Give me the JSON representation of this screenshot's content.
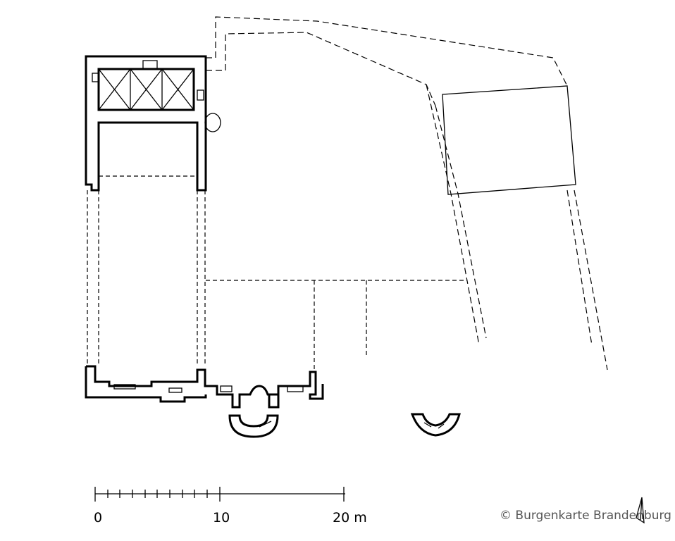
{
  "scale_bar": {
    "labels": [
      "0",
      "10",
      "20 m"
    ]
  },
  "copyright": "© Burgenkarte Brandenburg"
}
